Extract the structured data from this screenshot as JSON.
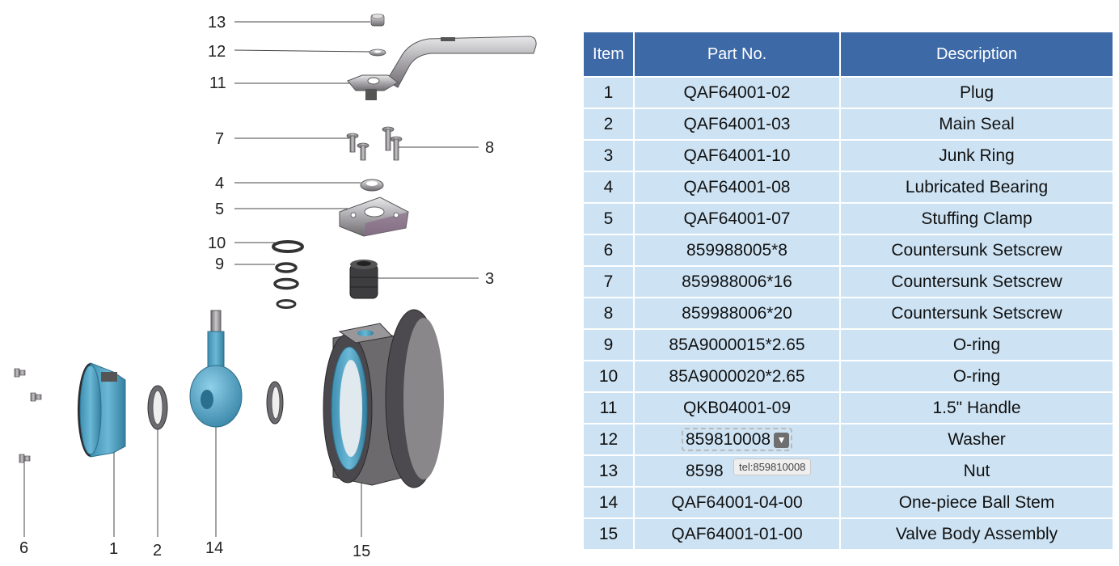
{
  "diagram": {
    "callouts": [
      "13",
      "12",
      "11",
      "7",
      "8",
      "4",
      "5",
      "10",
      "9",
      "3",
      "6",
      "1",
      "2",
      "14",
      "15"
    ]
  },
  "table": {
    "headers": [
      "Item",
      "Part No.",
      "Description"
    ],
    "rows": [
      {
        "item": "1",
        "part": "QAF64001-02",
        "desc": "Plug"
      },
      {
        "item": "2",
        "part": "QAF64001-03",
        "desc": "Main Seal"
      },
      {
        "item": "3",
        "part": "QAF64001-10",
        "desc": "Junk Ring"
      },
      {
        "item": "4",
        "part": "QAF64001-08",
        "desc": "Lubricated Bearing"
      },
      {
        "item": "5",
        "part": "QAF64001-07",
        "desc": "Stuffing Clamp"
      },
      {
        "item": "6",
        "part": "859988005*8",
        "desc": "Countersunk Setscrew"
      },
      {
        "item": "7",
        "part": "859988006*16",
        "desc": "Countersunk Setscrew"
      },
      {
        "item": "8",
        "part": "859988006*20",
        "desc": "Countersunk Setscrew"
      },
      {
        "item": "9",
        "part": "85A9000015*2.65",
        "desc": "O-ring"
      },
      {
        "item": "10",
        "part": "85A9000020*2.65",
        "desc": "O-ring"
      },
      {
        "item": "11",
        "part": "QKB04001-09",
        "desc": "1.5\"  Handle"
      },
      {
        "item": "12",
        "part": "859810008",
        "desc": "Washer"
      },
      {
        "item": "13",
        "part": "8598",
        "desc": "Nut"
      },
      {
        "item": "14",
        "part": "QAF64001-04-00",
        "desc": "One-piece Ball Stem"
      },
      {
        "item": "15",
        "part": "QAF64001-01-00",
        "desc": "Valve Body Assembly"
      }
    ]
  },
  "tel_tooltip": "tel:859810008",
  "colors": {
    "header_bg": "#3d69a7",
    "row_bg": "#cde3f4",
    "part_blue": "#57a8c9",
    "part_gray": "#8d8a8e"
  }
}
